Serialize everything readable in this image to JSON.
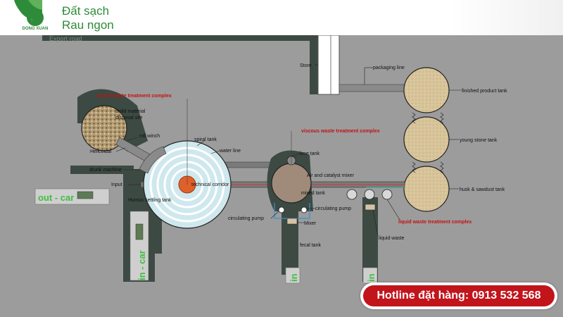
{
  "header": {
    "brand": "DONG XUAN",
    "slogan_line1": "Đất sạch",
    "slogan_line2": "Rau ngon"
  },
  "hotline": {
    "text": "Hotline đặt hàng: 0913 532 568"
  },
  "labels": {
    "store": "Store",
    "packaging_line": "packaging line",
    "finished_product_tank": "finished product tank",
    "young_stone_tank": "young stone tank",
    "husk_sawdust_tank": "husk & sawdust tank",
    "mixed_waste_complex": "mixed waste treatment complex",
    "viscous_waste_complex": "viscous waste treatment complex",
    "liquid_waste_complex": "liquid waste treatment complex",
    "solid_disposal_line1": "Solid material",
    "solid_disposal_line2": "disposal site",
    "roll_winch": "roll winch",
    "helicoidal": "Helicoidal",
    "spiral_tank": "spiral tank",
    "water_line": "water line",
    "drunk_machine": "drunk machine",
    "input": "Input",
    "technical_corridor": "technical corridor",
    "humus_settling_tank": "Humus settling tank",
    "lime_tank": "lime tank",
    "air_catalyst_mixer": "Air and catalyst mixer",
    "mixed_tank": "mixed tank",
    "circulating_pump_right": "circulating pump",
    "circulating_pump_left": "circulating pump",
    "mixer": "Mixer",
    "fecal_tank": "fecal tank",
    "liquid_waste": "liquid waste",
    "out_car": "out - car",
    "in_car": "in - car",
    "in_left": "in",
    "in_right": "in"
  },
  "colors": {
    "ground": "#9c9c9c",
    "road": "#3c4a43",
    "label_red": "#c41212",
    "green_text": "#3fbf3f",
    "hotline_red": "#c1141b",
    "brand_green": "#2e8b3a"
  }
}
